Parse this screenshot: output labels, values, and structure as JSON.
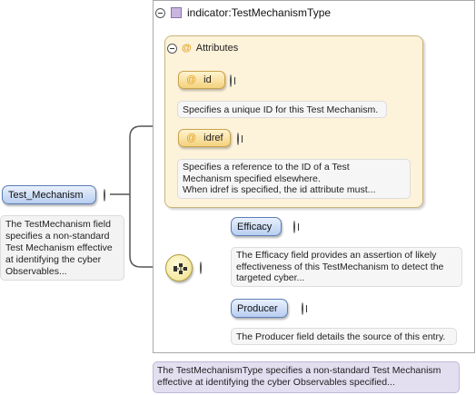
{
  "root": {
    "name": "Test_Mechanism",
    "doc": "The TestMechanism field specifies a non-standard Test Mechanism effective at identifying the cyber Observables..."
  },
  "type": {
    "name": "indicator:TestMechanismType",
    "doc": "The TestMechanismType specifies a non-standard Test Mechanism effective at identifying the cyber Observables specified..."
  },
  "attributes": {
    "title": "Attributes",
    "symbol": "@",
    "items": [
      {
        "name": "id",
        "doc": "Specifies a unique ID for this Test Mechanism."
      },
      {
        "name": "idref",
        "doc_lines": [
          "Specifies a reference to the ID of a Test",
          "Mechanism specified elsewhere.",
          "When idref is specified, the id attribute must..."
        ]
      }
    ]
  },
  "children": [
    {
      "name": "Efficacy",
      "doc_lines": [
        "The Efficacy field provides an assertion of likely",
        "effectiveness of this TestMechanism to detect the",
        "targeted cyber..."
      ]
    },
    {
      "name": "Producer",
      "doc": "The Producer field details the source of this entry."
    }
  ],
  "colors": {
    "element_fill": "#b8cdf0",
    "attribute_fill": "#f4d27e",
    "attribute_group_fill": "#fdf2da",
    "type_doc_fill": "#e3def0",
    "type_icon": "#c9b5e0"
  }
}
